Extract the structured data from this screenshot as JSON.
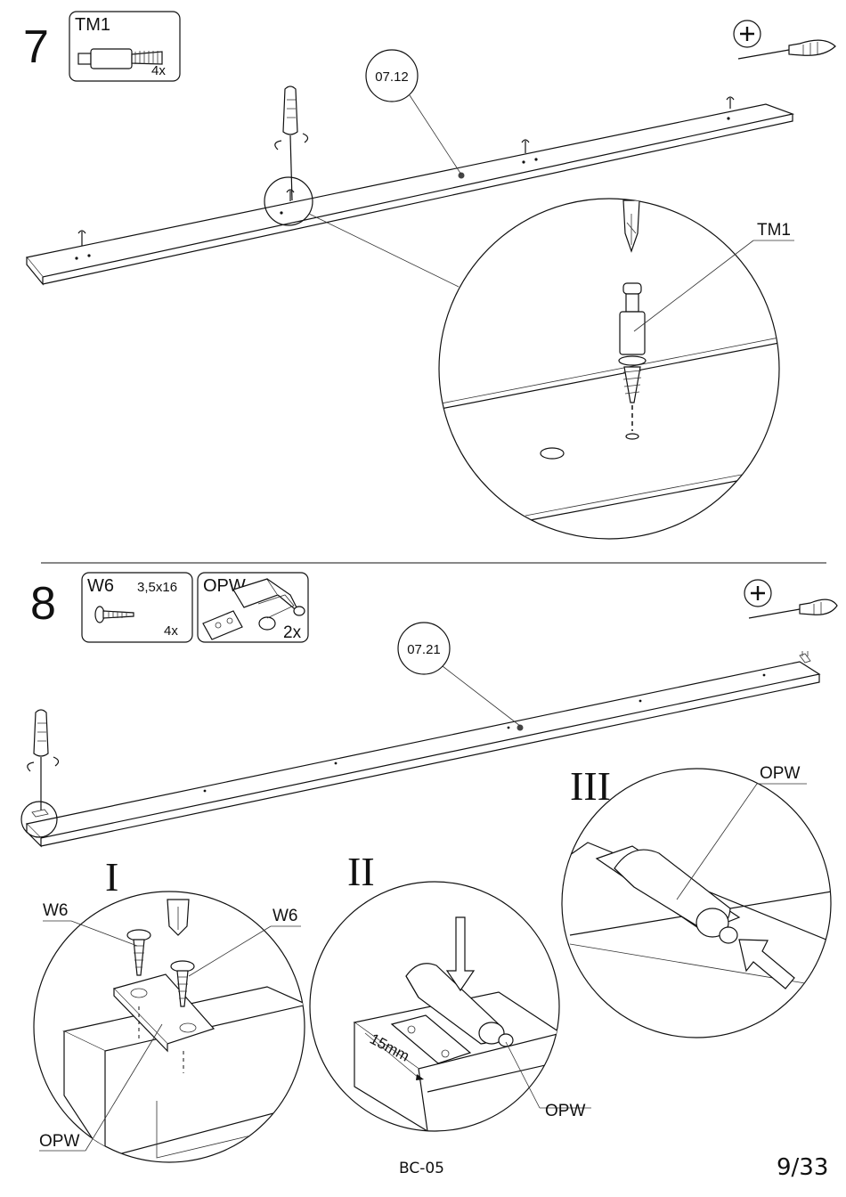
{
  "step7": {
    "number": "7",
    "part": {
      "code": "TM1",
      "qty": "4x"
    },
    "panel_ref": "07.12",
    "callout": "TM1",
    "tool": "phillips-screwdriver-icon"
  },
  "step8": {
    "number": "8",
    "parts": [
      {
        "code": "W6",
        "size": "3,5x16",
        "qty": "4x"
      },
      {
        "code": "OPW",
        "size": "",
        "qty": "2x"
      }
    ],
    "panel_ref": "07.21",
    "tool": "phillips-screwdriver-icon",
    "details": {
      "I": {
        "label": "I",
        "callouts": [
          "W6",
          "W6",
          "OPW"
        ]
      },
      "II": {
        "label": "II",
        "dimension": "15mm",
        "callout": "OPW"
      },
      "III": {
        "label": "III",
        "callout": "OPW"
      }
    }
  },
  "footer": {
    "doc_code": "BC-05",
    "page": "9/33"
  }
}
